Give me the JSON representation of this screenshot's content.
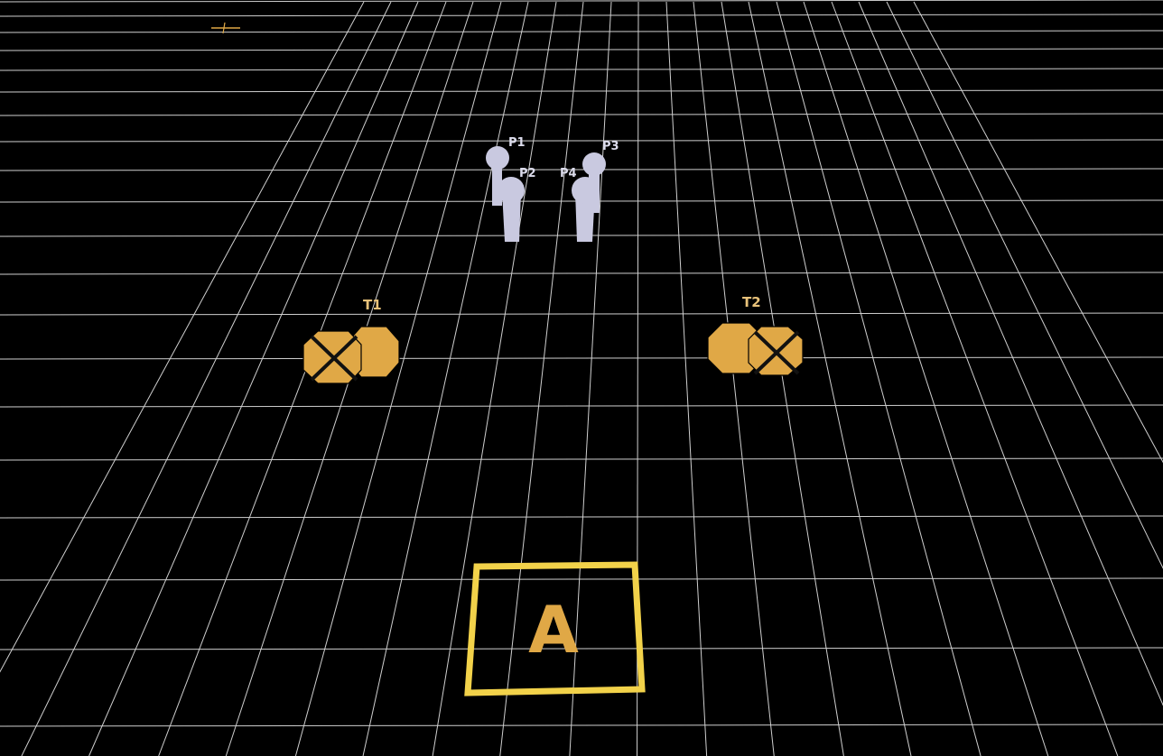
{
  "scene": {
    "colors": {
      "background": "#000000",
      "grid": "#cfcfcf",
      "player": "#c9c9e0",
      "player_label": "#dcdcec",
      "target": "#e0a846",
      "target_label": "#e8c27a",
      "marker_border": "#f2d24a",
      "marker_text": "#e0a846"
    },
    "players": [
      {
        "id": "P1",
        "label": "P1"
      },
      {
        "id": "P2",
        "label": "P2"
      },
      {
        "id": "P3",
        "label": "P3"
      },
      {
        "id": "P4",
        "label": "P4"
      }
    ],
    "targets": [
      {
        "id": "T1",
        "label": "T1"
      },
      {
        "id": "T2",
        "label": "T2"
      }
    ],
    "marker": {
      "label": "A"
    }
  }
}
